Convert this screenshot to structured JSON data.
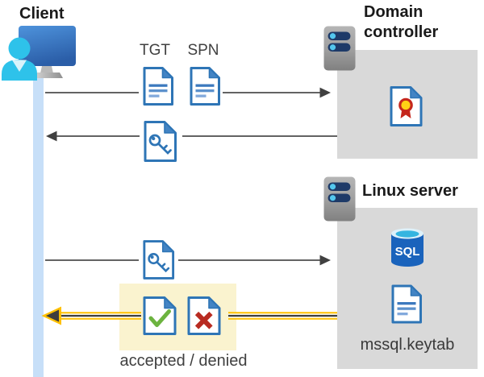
{
  "diagram": {
    "type": "kerberos-authentication-flow"
  },
  "client": {
    "label": "Client"
  },
  "domain_controller": {
    "label": "Domain controller"
  },
  "linux_server": {
    "label": "Linux server",
    "keytab_file": "mssql.keytab",
    "sql_label": "SQL"
  },
  "flow": {
    "tgt_label": "TGT",
    "spn_label": "SPN",
    "result_label": "accepted / denied"
  },
  "colors": {
    "doc_border_blue": "#2e75b6",
    "doc_fold_blue": "#4384c4",
    "lifeline_blue": "#c7dff8",
    "box_gray": "#d9d9d9",
    "arrow_gray": "#404040",
    "highlight_bg_yellow": "#faf3cf",
    "highlight_arrow_gold": "#ffc000",
    "accept_green": "#6cb33f",
    "deny_red": "#b82b21",
    "sql_blue": "#1a63bc",
    "person_cyan": "#2ec2ea",
    "cert_red": "#c5271c",
    "cert_yellow": "#ffd115"
  }
}
